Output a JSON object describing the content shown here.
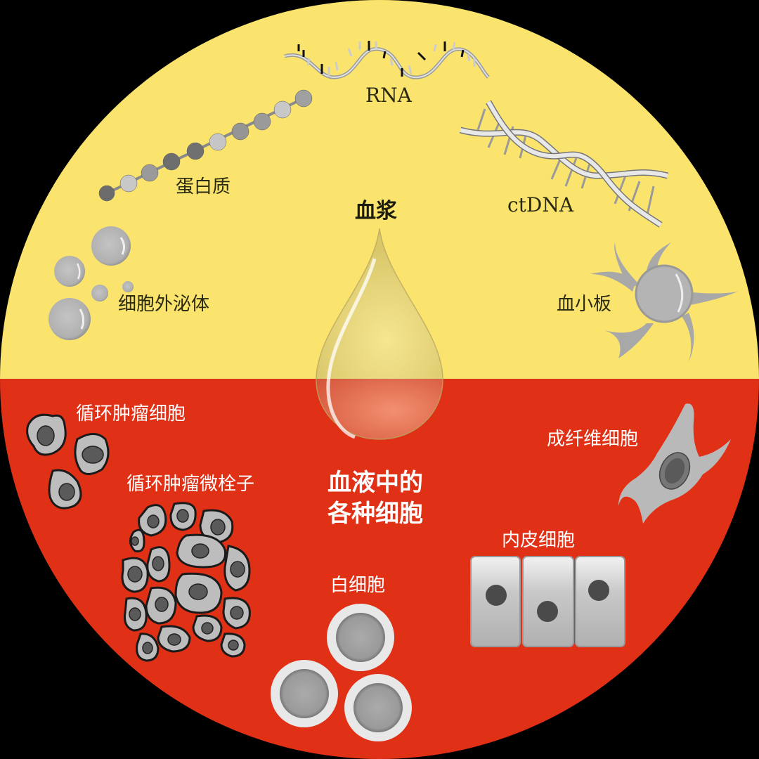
{
  "colors": {
    "background": "#000000",
    "plasma_yellow": "#FBE46E",
    "blood_red": "#E03016",
    "dark_text": "#2a2a10",
    "light_text": "#ffffff",
    "cell_gray": "#b8b8b8"
  },
  "plasma": {
    "title": "血浆",
    "items": {
      "rna": "RNA",
      "protein": "蛋白质",
      "ctdna": "ctDNA",
      "exosome": "细胞外泌体",
      "platelet": "血小板"
    }
  },
  "cells": {
    "title_line1": "血液中的",
    "title_line2": "各种细胞",
    "items": {
      "ctc": "循环肿瘤细胞",
      "ctm": "循环肿瘤微栓子",
      "fibroblast": "成纤维细胞",
      "endothelial": "内皮细胞",
      "leukocyte": "白细胞"
    }
  }
}
